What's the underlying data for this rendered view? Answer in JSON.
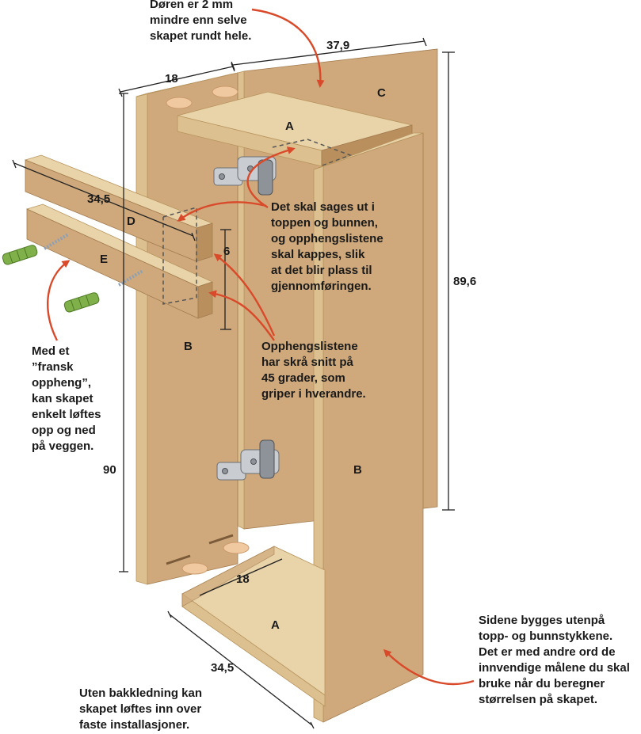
{
  "colors": {
    "panel": "#cfa97b",
    "panel_dark": "#b98f5e",
    "panel_light": "#e9d3a8",
    "edge": "#dcc08f",
    "arrow": "#d94a2b",
    "line": "#222222"
  },
  "icons": [
    "hinge-icon",
    "wall-plug-icon",
    "screw-icon",
    "dowel-icon"
  ],
  "notes": {
    "door": "Døren er 2 mm\nmindre enn selve\nskapet rundt hele.",
    "cutout": "Det skal sages ut i\ntoppen og bunnen,\nog opphengslistene\nskal kappes, slik\nat det blir plass til\ngjennomføringen.",
    "rails": "Opphengslistene\nhar skrå snitt på\n45 grader, som\ngriper i hverandre.",
    "french": "Med et\n”fransk\noppheng”,\nkan skapet\nenkelt løftes\nopp og ned\npå  veggen.",
    "sides": "Sidene bygges utenpå\ntopp- og bunnstykkene.\nDet er med andre ord de\ninnvendige målene du skal\nbruke når du beregner\nstørrelsen på skapet.",
    "back": "Uten bakkledning kan\nskapet løftes inn over\nfaste installasjoner."
  },
  "parts": {
    "top": "A",
    "bottom": "A",
    "door": "C",
    "side_left": "B",
    "side_right": "B",
    "rail_upper": "D",
    "rail_lower": "E"
  },
  "dims": {
    "door_width": "37,9",
    "side_depth": "18",
    "rail_length": "34,5",
    "rail_height": "6",
    "door_height": "89,6",
    "side_height": "90",
    "bottom_depth": "18",
    "bottom_width": "34,5"
  }
}
